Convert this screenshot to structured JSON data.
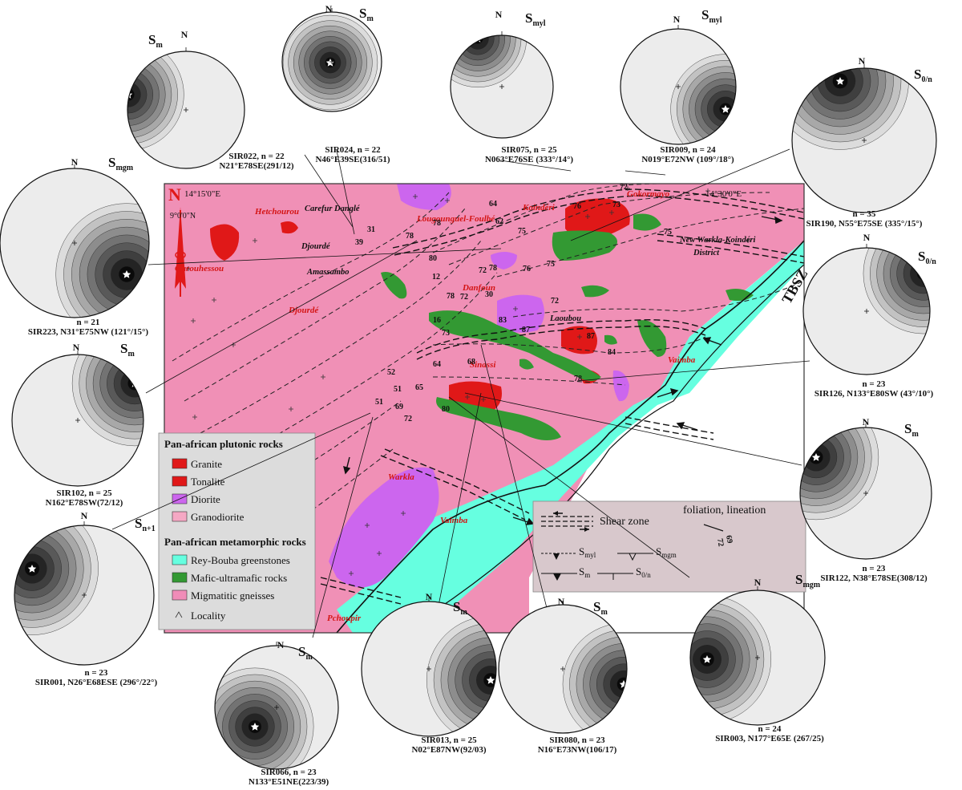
{
  "map": {
    "north_label": "N",
    "coords": [
      "14°15'0\"E",
      "14°30'0\"E",
      "9°0'0\"N"
    ],
    "zone_label": "TBSZ",
    "localities_red": [
      "Hetchourou",
      "Ourouhessou",
      "Djourdé",
      "Lougounguel-Foulbé",
      "Koindéri",
      "Gokormayo",
      "Danfoun",
      "Sinassi",
      "Warkla",
      "Vaimba",
      "Vaimba",
      "Pchoupir"
    ],
    "localities_black": [
      "Carefur Danglé",
      "Djourdé",
      "Amassambo",
      "New Warkla-Koindéri",
      "District",
      "Laoubou"
    ],
    "dip_values": [
      "64",
      "31",
      "39",
      "78",
      "78",
      "12",
      "80",
      "78",
      "72",
      "30",
      "76",
      "75",
      "75",
      "62",
      "76",
      "73",
      "72",
      "75",
      "78",
      "72",
      "16",
      "73",
      "83",
      "87",
      "72",
      "87",
      "84",
      "64",
      "68",
      "78",
      "52",
      "51",
      "51",
      "65",
      "69",
      "72",
      "80"
    ]
  },
  "legend_left": {
    "section1_title": "Pan-african plutonic rocks",
    "section1_items": [
      "Granite",
      "Tonalite",
      "Diorite",
      "Granodiorite"
    ],
    "section2_title": "Pan-african metamorphic rocks",
    "section2_items": [
      "Rey-Bouba greenstones",
      "Mafic-ultramafic rocks",
      "Migmatitic gneisses",
      "Locality"
    ],
    "colors": {
      "granite": "#e01818",
      "tonalite": "#e01818",
      "diorite": "#cc66ee",
      "granodiorite": "#f5a8c4",
      "greenstones": "#66ffe0",
      "mafic": "#339933",
      "gneisses": "#f08cb8",
      "map_bg": "#f090b6"
    }
  },
  "legend_right": {
    "shear_zone": "Shear zone",
    "foliation": "foliation, lineation",
    "sample_dips": [
      "69",
      "72"
    ],
    "symbols": [
      {
        "main": "S",
        "sub": "myl"
      },
      {
        "main": "S",
        "sub": "mgm"
      },
      {
        "main": "S",
        "sub": "m"
      },
      {
        "main": "S",
        "sub": "0/n"
      }
    ]
  },
  "stereonets": [
    {
      "id": "SIR022",
      "label": "S",
      "sub": "m",
      "north": "N",
      "caption": [
        "SIR022, n = 22",
        "N21°E78SE(291/12)"
      ]
    },
    {
      "id": "SIR024",
      "label": "S",
      "sub": "m",
      "north": "N",
      "caption": [
        "SIR024, n = 22",
        "N46°E39SE(316/51)"
      ]
    },
    {
      "id": "SIR075",
      "label": "S",
      "sub": "myl",
      "north": "N",
      "caption": [
        "SIR075, n = 25",
        "N063°E76SE (333°/14°)"
      ]
    },
    {
      "id": "SIR009",
      "label": "S",
      "sub": "myl",
      "north": "N",
      "caption": [
        "SIR009, n = 24",
        "N019°E72NW (109°/18°)"
      ]
    },
    {
      "id": "SIR190",
      "label": "S",
      "sub": "0/n",
      "north": "N",
      "caption": [
        "n = 35",
        "SIR190, N55°E75SE (335°/15°)"
      ]
    },
    {
      "id": "SIR223",
      "label": "S",
      "sub": "mgm",
      "north": "N",
      "caption": [
        "n = 21",
        "SIR223, N31°E75NW (121°/15°)"
      ]
    },
    {
      "id": "SIR126",
      "label": "S",
      "sub": "0/n",
      "north": "N",
      "caption": [
        "n = 23",
        "SIR126, N133°E80SW (43°/10°)"
      ]
    },
    {
      "id": "SIR102",
      "label": "S",
      "sub": "m",
      "north": "N",
      "caption": [
        "SIR102, n = 25",
        "N162°E78SW(72/12)"
      ]
    },
    {
      "id": "SIR122",
      "label": "S",
      "sub": "m",
      "north": "N",
      "caption": [
        "n = 23",
        "SIR122, N38°E78SE(308/12)"
      ]
    },
    {
      "id": "SIR001",
      "label": "S",
      "sub": "n+1",
      "north": "N",
      "caption": [
        "n = 23",
        "SIR001, N26°E68ESE (296°/22°)"
      ]
    },
    {
      "id": "SIR003",
      "label": "S",
      "sub": "mgm",
      "north": "N",
      "caption": [
        "n = 24",
        "SIR003, N177°E65E (267/25)"
      ]
    },
    {
      "id": "SIR066",
      "label": "S",
      "sub": "m",
      "north": "N",
      "caption": [
        "SIR066, n = 23",
        "N133°E51NE(223/39)"
      ]
    },
    {
      "id": "SIR013",
      "label": "S",
      "sub": "m",
      "north": "N",
      "caption": [
        "SIR013, n = 25",
        "N02°E87NW(92/03)"
      ]
    },
    {
      "id": "SIR080",
      "label": "S",
      "sub": "m",
      "north": "N",
      "caption": [
        "SIR080, n = 23",
        "N16°E73NW(106/17)"
      ]
    }
  ]
}
